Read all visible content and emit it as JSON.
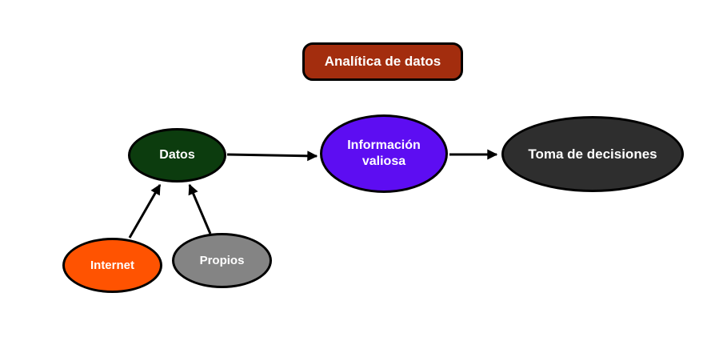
{
  "title": {
    "label": "Analítica de datos",
    "bg_color": "#A32D0E"
  },
  "nodes": {
    "datos": {
      "label": "Datos",
      "color": "#0C3C0E"
    },
    "informacion": {
      "label_line1": "Información",
      "label_line2": "valiosa",
      "color": "#5D0DF2"
    },
    "toma": {
      "label": "Toma de decisiones",
      "color": "#2E2E2E"
    },
    "internet": {
      "label": "Internet",
      "color": "#FF5301"
    },
    "propios": {
      "label": "Propios",
      "color": "#848484"
    }
  },
  "edges": [
    {
      "from": "Datos",
      "to": "Información valiosa"
    },
    {
      "from": "Información valiosa",
      "to": "Toma de decisiones"
    },
    {
      "from": "Internet",
      "to": "Datos"
    },
    {
      "from": "Propios",
      "to": "Datos"
    }
  ],
  "colors": {
    "background": "#FFFFFF",
    "border": "#000000",
    "arrow": "#000000",
    "text_light": "#FFFFFF"
  }
}
